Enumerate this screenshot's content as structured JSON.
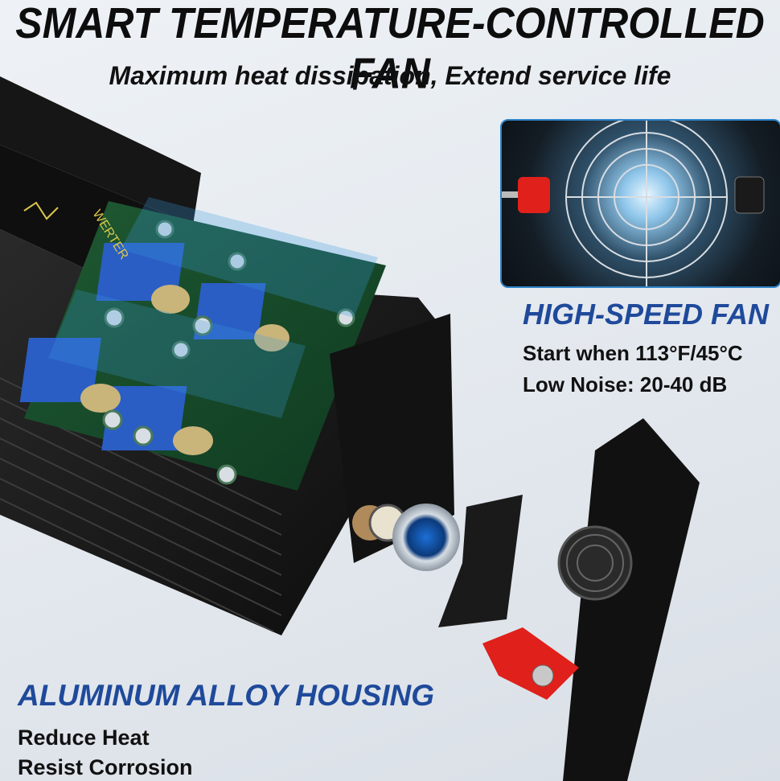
{
  "header": {
    "title": "SMART TEMPERATURE-CONTROLLED FAN",
    "subtitle": "Maximum heat dissipation, Extend service life"
  },
  "product": {
    "brand_mark": "WERTER"
  },
  "fan_feature": {
    "title": "HIGH-SPEED FAN",
    "lines": [
      "Start when 113°F/45°C",
      "Low Noise: 20-40 dB"
    ]
  },
  "housing_feature": {
    "title": "ALUMINUM ALLOY HOUSING",
    "lines": [
      "Reduce Heat",
      "Resist Corrosion"
    ]
  },
  "colors": {
    "accent_blue": "#1f4a9b",
    "inset_border": "#2e84c9",
    "terminal_red": "#e0201a"
  }
}
